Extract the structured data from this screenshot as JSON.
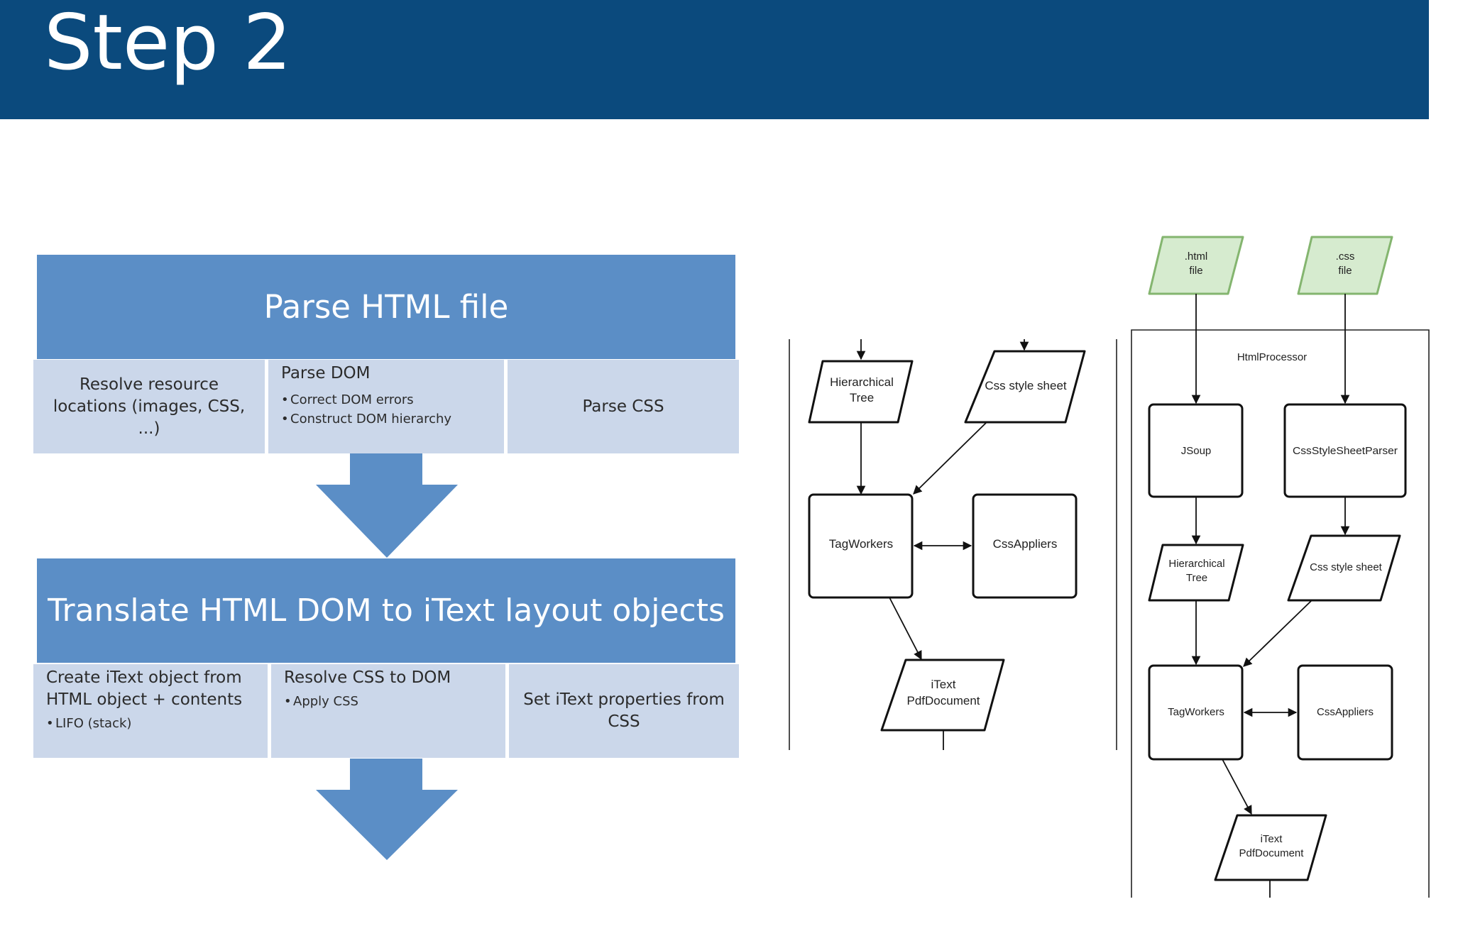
{
  "header": {
    "title": "Step 2"
  },
  "steps": [
    {
      "title": "Parse HTML file",
      "cells": [
        {
          "text": "Resolve resource locations (images, CSS, ...)"
        },
        {
          "heading": "Parse DOM",
          "bullets": [
            "Correct DOM errors",
            "Construct DOM hierarchy"
          ]
        },
        {
          "text": "Parse CSS"
        }
      ]
    },
    {
      "title": "Translate HTML DOM to iText layout objects",
      "cells": [
        {
          "heading": "Create iText object from HTML object + contents",
          "bullets": [
            "LIFO (stack)"
          ]
        },
        {
          "heading": "Resolve CSS to DOM",
          "bullets": [
            "Apply CSS"
          ]
        },
        {
          "text": "Set iText properties from CSS"
        }
      ]
    }
  ],
  "flowchart_left": {
    "nodes": {
      "hierarchical_tree": "Hierarchical Tree",
      "css_style_sheet": "Css style sheet",
      "tag_workers": "TagWorkers",
      "css_appliers": "CssAppliers",
      "pdf_document": "iText PdfDocument"
    }
  },
  "flowchart_right": {
    "inputs": {
      "html_file": ".html file",
      "css_file": ".css file"
    },
    "container_label": "HtmlProcessor",
    "nodes": {
      "jsoup": "JSoup",
      "css_parser": "CssStyleSheetParser",
      "hierarchical_tree": "Hierarchical Tree",
      "css_style_sheet": "Css style sheet",
      "tag_workers": "TagWorkers",
      "css_appliers": "CssAppliers",
      "pdf_document": "iText PdfDocument"
    }
  },
  "colors": {
    "header": "#0b4a7d",
    "band": "#5b8ec6",
    "cell": "#cbd7ea",
    "input_fill": "#d6ebcf",
    "input_stroke": "#84b56f"
  }
}
